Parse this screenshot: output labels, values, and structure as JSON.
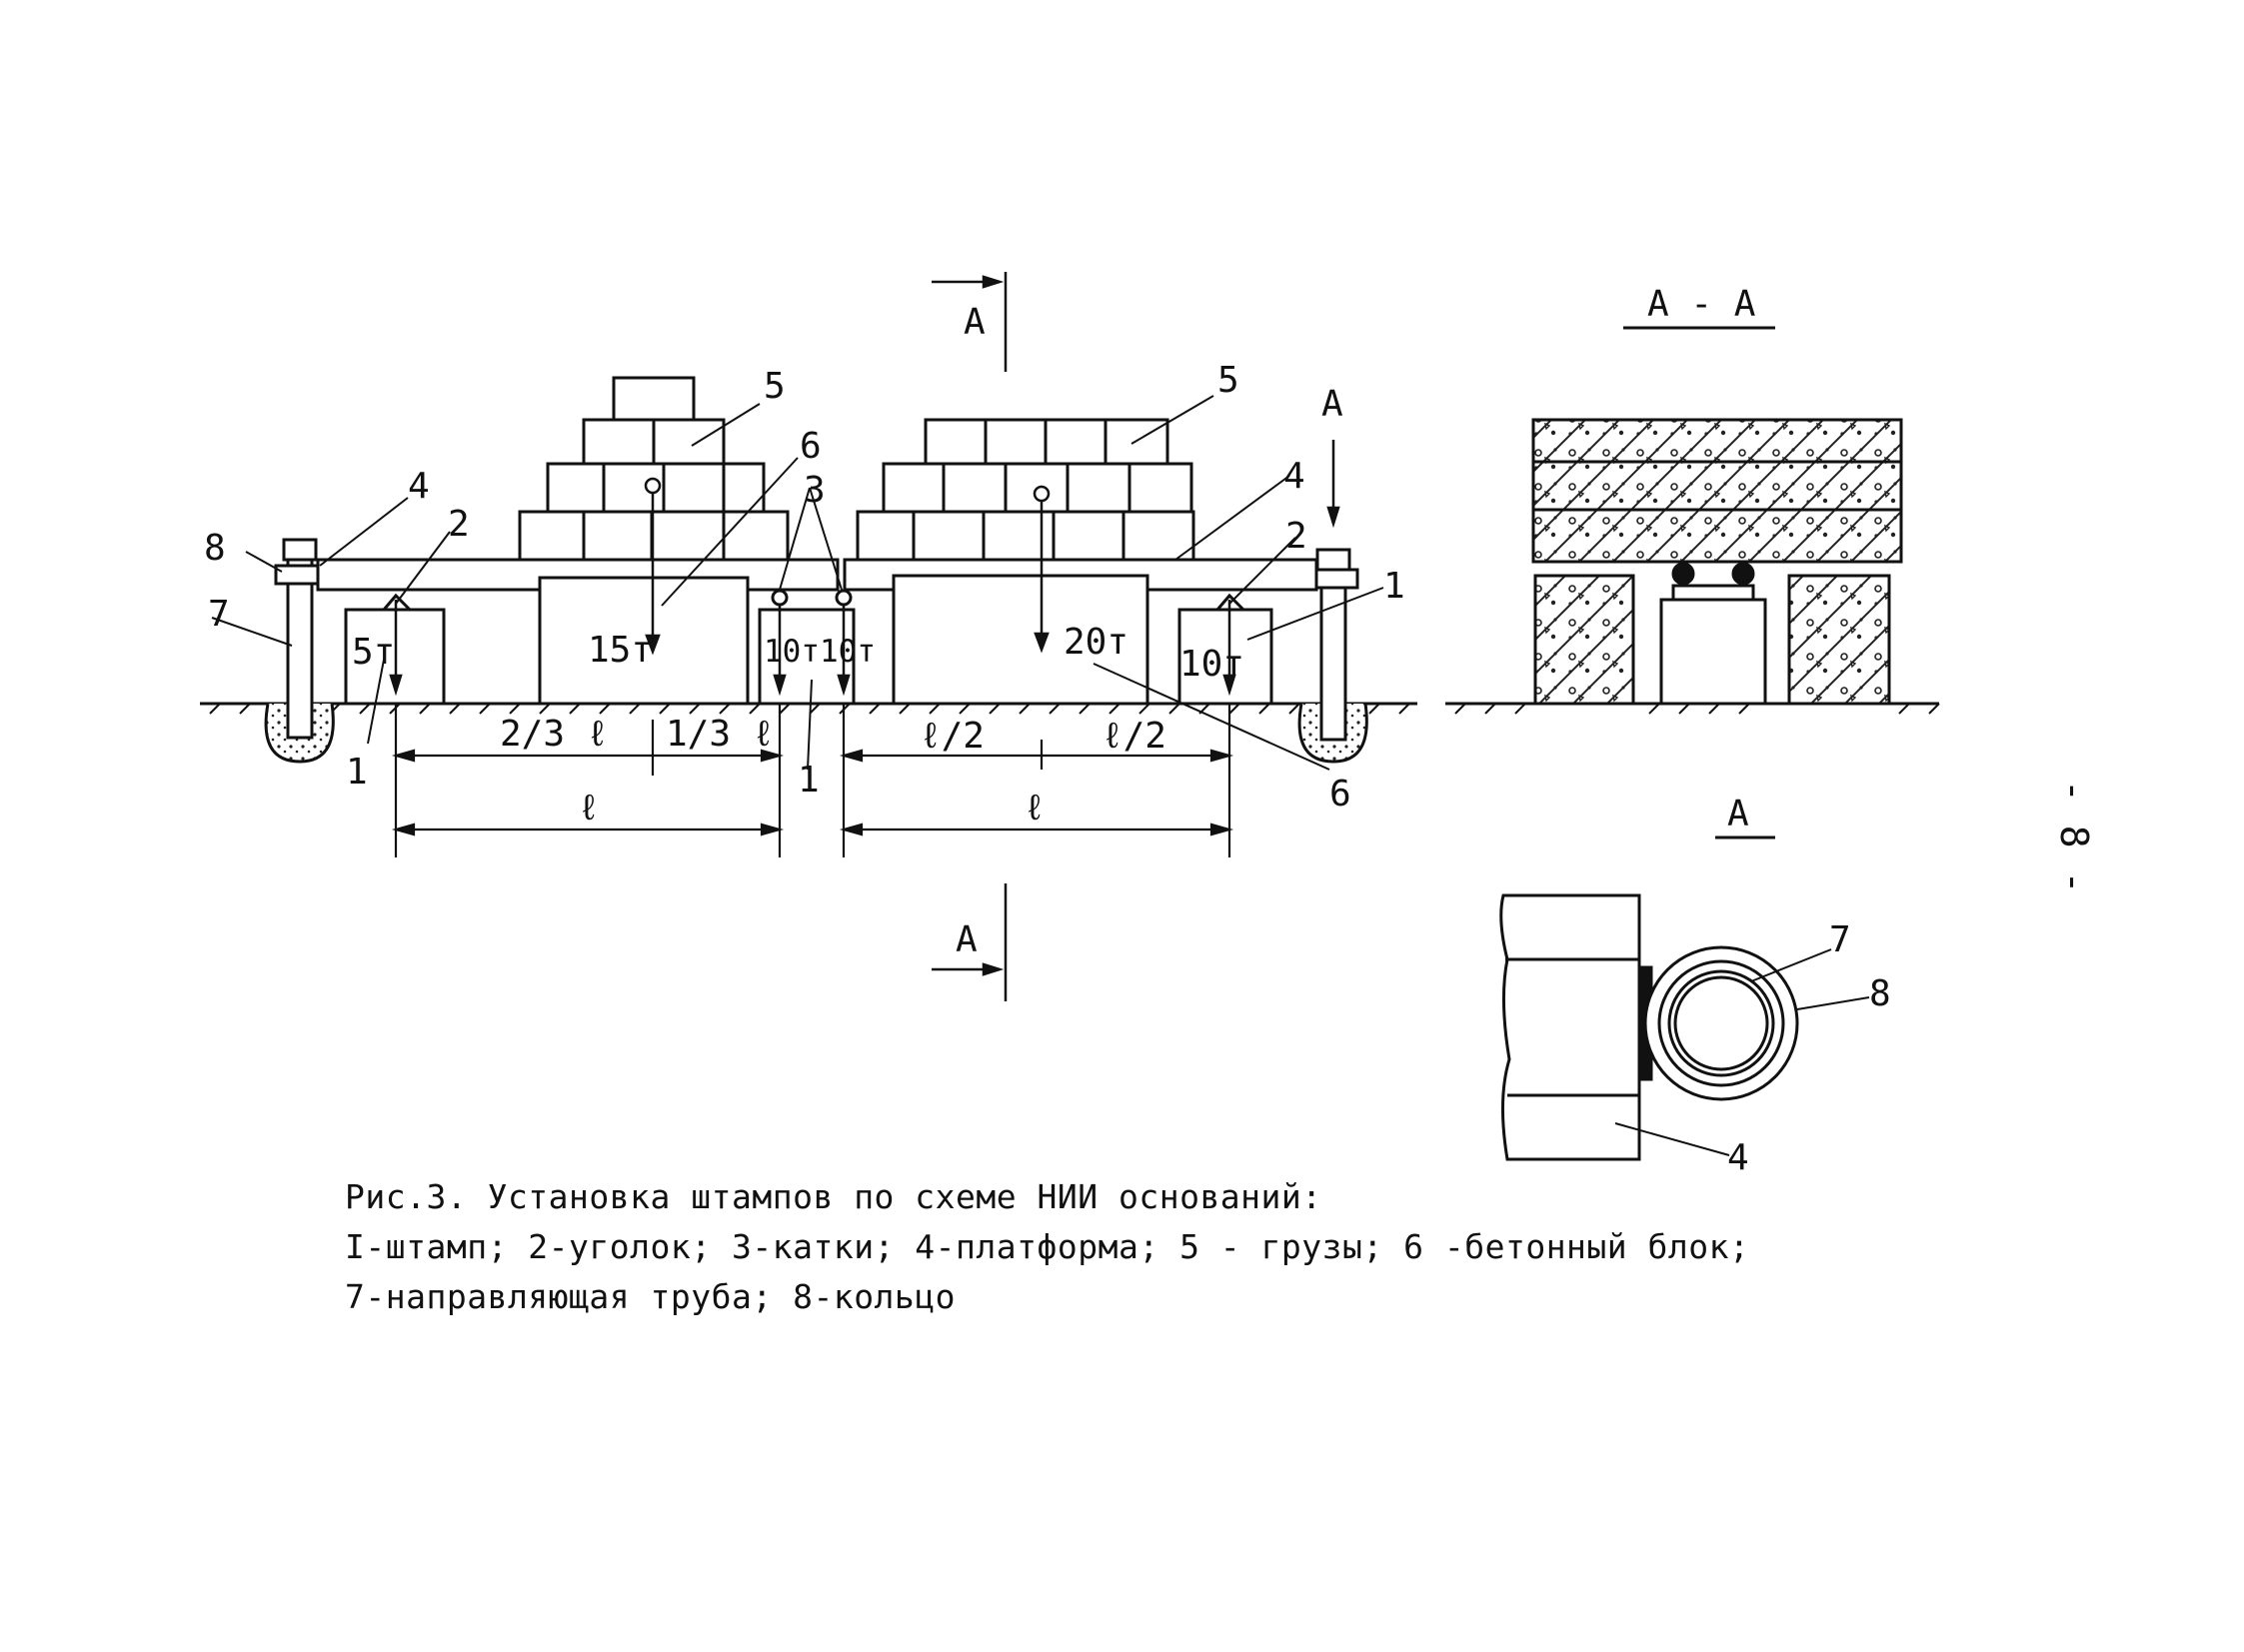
{
  "section_labels": {
    "cut_top": "А",
    "cut_bottom": "А",
    "cut_right": "А",
    "section_title": "А - А",
    "view_title": "А"
  },
  "loads": {
    "left_outer": "5т",
    "left_block": "15т",
    "middle_pair": "10т10т",
    "right_block": "20т",
    "right_outer": "10т"
  },
  "dimensions": {
    "two_thirds": "2/3 ℓ",
    "one_third": "1/3 ℓ",
    "half_left": "ℓ/2",
    "half_right": "ℓ/2",
    "span_left": "ℓ",
    "span_right": "ℓ"
  },
  "callouts": {
    "c8_left": "8",
    "c7_left": "7",
    "c4_left": "4",
    "c2_left": "2",
    "c1_left": "1",
    "c5_left": "5",
    "c6_left": "6",
    "c3": "3",
    "c1_mid": "1",
    "c5_right": "5",
    "c4_right": "4",
    "c2_right": "2",
    "c1_right": "1",
    "c6_right": "6",
    "c7_view": "7",
    "c8_view": "8",
    "c4_view": "4"
  },
  "page_number": "- 8 -",
  "caption": {
    "line1": "Рис.3. Установка штампов по схеме НИИ оснований:",
    "line2": "I-штамп; 2-уголок; 3-катки; 4-платформа; 5 - грузы; 6 -бетонный блок;",
    "line3": "7-направляющая труба; 8-кольцо"
  }
}
